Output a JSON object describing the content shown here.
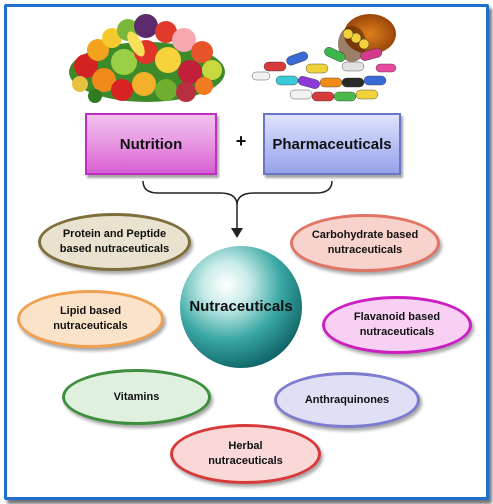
{
  "top_row": {
    "left_box": "Nutrition",
    "operator": "+",
    "right_box": "Pharmaceuticals"
  },
  "center": "Nutraceuticals",
  "categories": {
    "protein": "Protein and Peptide based nutraceuticals",
    "carbohydrate": "Carbohydrate based nutraceuticals",
    "lipid": "Lipid based nutraceuticals",
    "flavanoid": "Flavanoid based nutraceuticals",
    "vitamins": "Vitamins",
    "anthraquinones": "Anthraquinones",
    "herbal": "Herbal nutraceuticals"
  },
  "colors": {
    "frame_border": "#1e6fd0",
    "nutrition_box": "#e89be3",
    "pharmaceuticals_box": "#bcc5f5",
    "center_sphere": "#1f8f8f"
  },
  "images": {
    "fruits_vegetables": "fruits-vegetables-photo",
    "pills_bottle": "pills-bottle-photo"
  }
}
